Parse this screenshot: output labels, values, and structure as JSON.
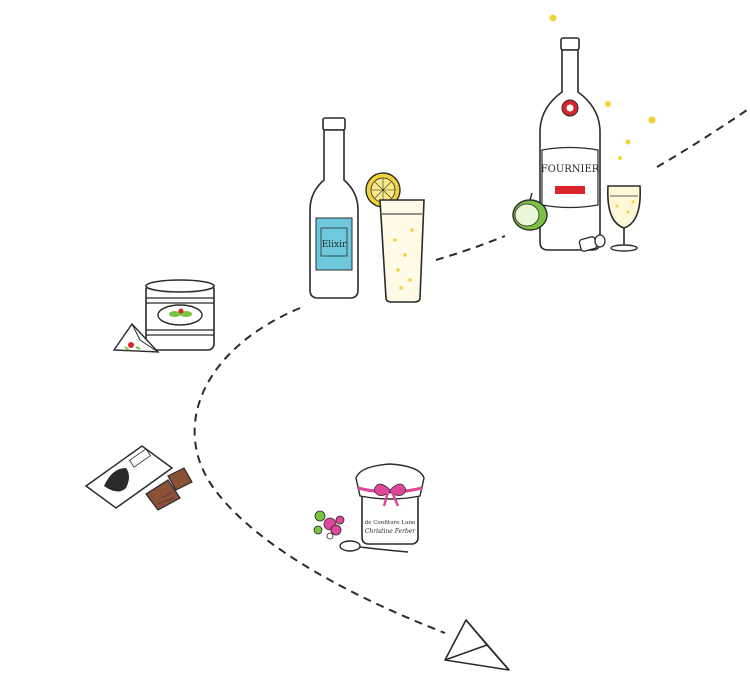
{
  "illustration": {
    "bottle_blue": {
      "label": "Elixir"
    },
    "champagne": {
      "label": "FOURNIER"
    },
    "jam_jar": {
      "label_line1": "de Confiture Lune",
      "label_line2": "Christine Ferber"
    }
  },
  "colors": {
    "ink": "#2b2b2b",
    "blue_label": "#6fc9dd",
    "lemon": "#f2d23a",
    "red": "#d8262b",
    "pink": "#e0479a",
    "green": "#7cc242",
    "chocolate": "#8a5137"
  }
}
